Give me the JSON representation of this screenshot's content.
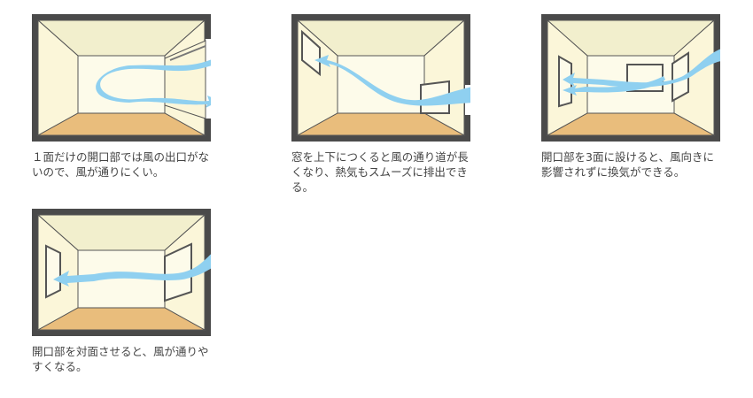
{
  "colors": {
    "wall": "#4a4a4a",
    "ceiling": "#f2efcd",
    "side": "#fbf6d9",
    "back": "#fdfbea",
    "floor": "#e9bd7c",
    "air": "#8fd0f0"
  },
  "panels": [
    {
      "caption": "１面だけの開口部では風の出口がないので、風が通りにくい。"
    },
    {
      "caption": "窓を上下につくると風の通り道が長くなり、熱気もスムーズに排出できる。"
    },
    {
      "caption": "開口部を3面に設けると、風向きに影響されずに換気ができる。"
    },
    {
      "caption": "開口部を対面させると、風が通りやすくなる。"
    }
  ]
}
